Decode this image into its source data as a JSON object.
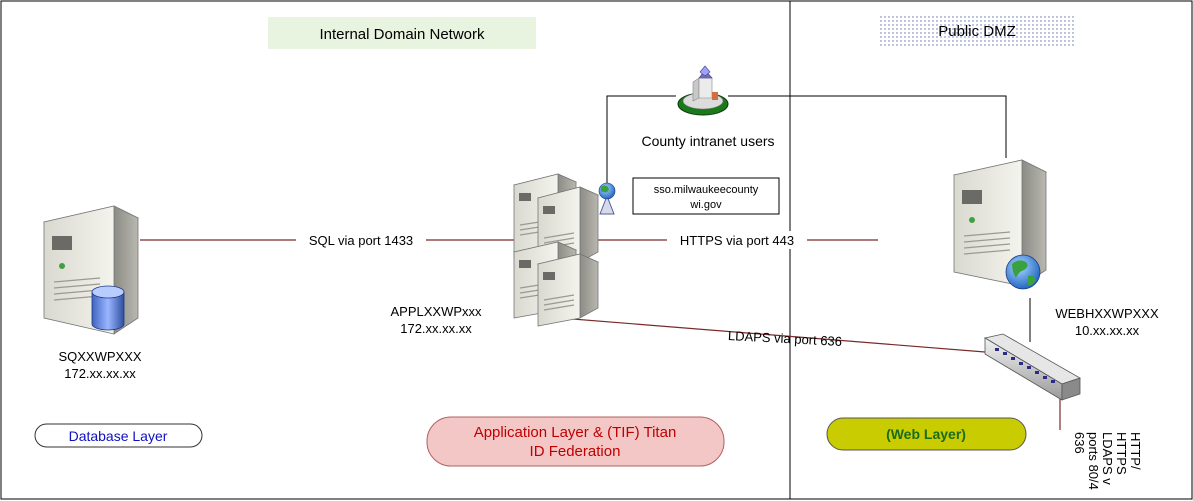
{
  "zones": {
    "internal_label": "Internal Domain Network",
    "dmz_label": "Public DMZ"
  },
  "nodes": {
    "db_server": {
      "name": "SQXXWPXXX",
      "ip": "172.xx.xx.xx"
    },
    "app_server": {
      "name": "APPLXXWPxxx",
      "ip": "172.xx.xx.xx"
    },
    "web_server": {
      "name": "WEBHXXWPXXX",
      "ip": "10.xx.xx.xx"
    },
    "intranet_users": {
      "label": "County intranet users"
    },
    "sso_url": {
      "line1": "sso.milwaukeecounty",
      "line2": "wi.gov"
    }
  },
  "connections": {
    "sql": "SQL via port 1433",
    "https": "HTTPS via port 443",
    "ldaps": "LDAPS via port 636"
  },
  "layers": {
    "database": "Database Layer",
    "application_line1": "Application Layer & (TIF) Titan",
    "application_line2": "ID Federation",
    "web": "(Web Layer)"
  },
  "switch_note": [
    "HTTP/",
    "HTTPS",
    "LDAPS v",
    "ports 80/4",
    "636"
  ],
  "colors": {
    "connector": "#7a2a2a",
    "internal_label_bg": "#e8f3e0",
    "database_text": "#1010c0",
    "application_bg": "#f4c7c7",
    "application_border": "#b06060",
    "application_text": "#c00000",
    "web_bg": "#c8cc00",
    "web_text": "#1a6b1a"
  }
}
